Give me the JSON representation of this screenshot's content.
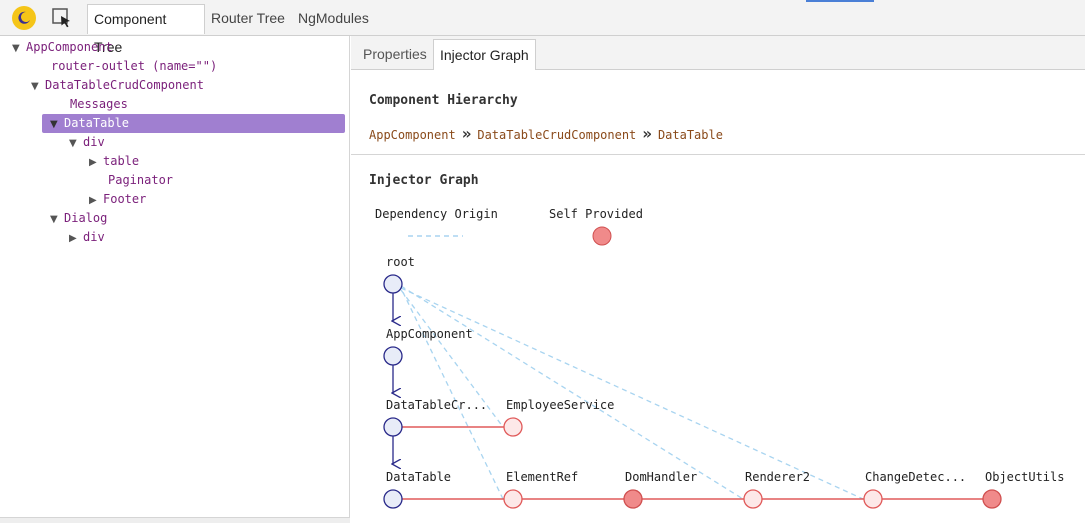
{
  "toolbar": {
    "theme_icon": "moon-icon",
    "inspect_icon": "inspect-cursor-icon",
    "tabs": [
      {
        "label": "Component Tree"
      },
      {
        "label": "Router Tree"
      },
      {
        "label": "NgModules"
      }
    ]
  },
  "tree": {
    "nodes": [
      {
        "label": "AppComponent",
        "toggle": "▼"
      },
      {
        "label": "router-outlet",
        "attr": "(name=\"\")",
        "toggle": ""
      },
      {
        "label": "DataTableCrudComponent",
        "toggle": "▼"
      },
      {
        "label": "Messages",
        "toggle": ""
      },
      {
        "label": "DataTable",
        "toggle": "▼",
        "selected": true
      },
      {
        "label": "div",
        "toggle": "▼"
      },
      {
        "label": "table",
        "toggle": "▶"
      },
      {
        "label": "Paginator",
        "toggle": ""
      },
      {
        "label": "Footer",
        "toggle": "▶"
      },
      {
        "label": "Dialog",
        "toggle": "▼"
      },
      {
        "label": "div",
        "toggle": "▶"
      }
    ]
  },
  "panel": {
    "tabs": [
      {
        "label": "Properties"
      },
      {
        "label": "Injector Graph"
      }
    ],
    "hierarchy_title": "Component Hierarchy",
    "breadcrumb": [
      "AppComponent",
      "DataTableCrudComponent",
      "DataTable"
    ],
    "breadcrumb_separator": "»",
    "graph_title": "Injector Graph",
    "legend": {
      "dependency_origin": "Dependency Origin",
      "self_provided": "Self Provided"
    },
    "graph_nodes": {
      "root": "root",
      "app": "AppComponent",
      "crud": "DataTableCr...",
      "employee": "EmployeeService",
      "datatable": "DataTable",
      "elementref": "ElementRef",
      "domhandler": "DomHandler",
      "renderer": "Renderer2",
      "changedetec": "ChangeDetec...",
      "objectutils": "ObjectUtils"
    },
    "colors": {
      "hierarchy_node": "#2a2a8a",
      "self_provided": "#f08a8a",
      "provider_link": "#e05a5a",
      "dependency_origin": "#a8d4f0"
    }
  }
}
